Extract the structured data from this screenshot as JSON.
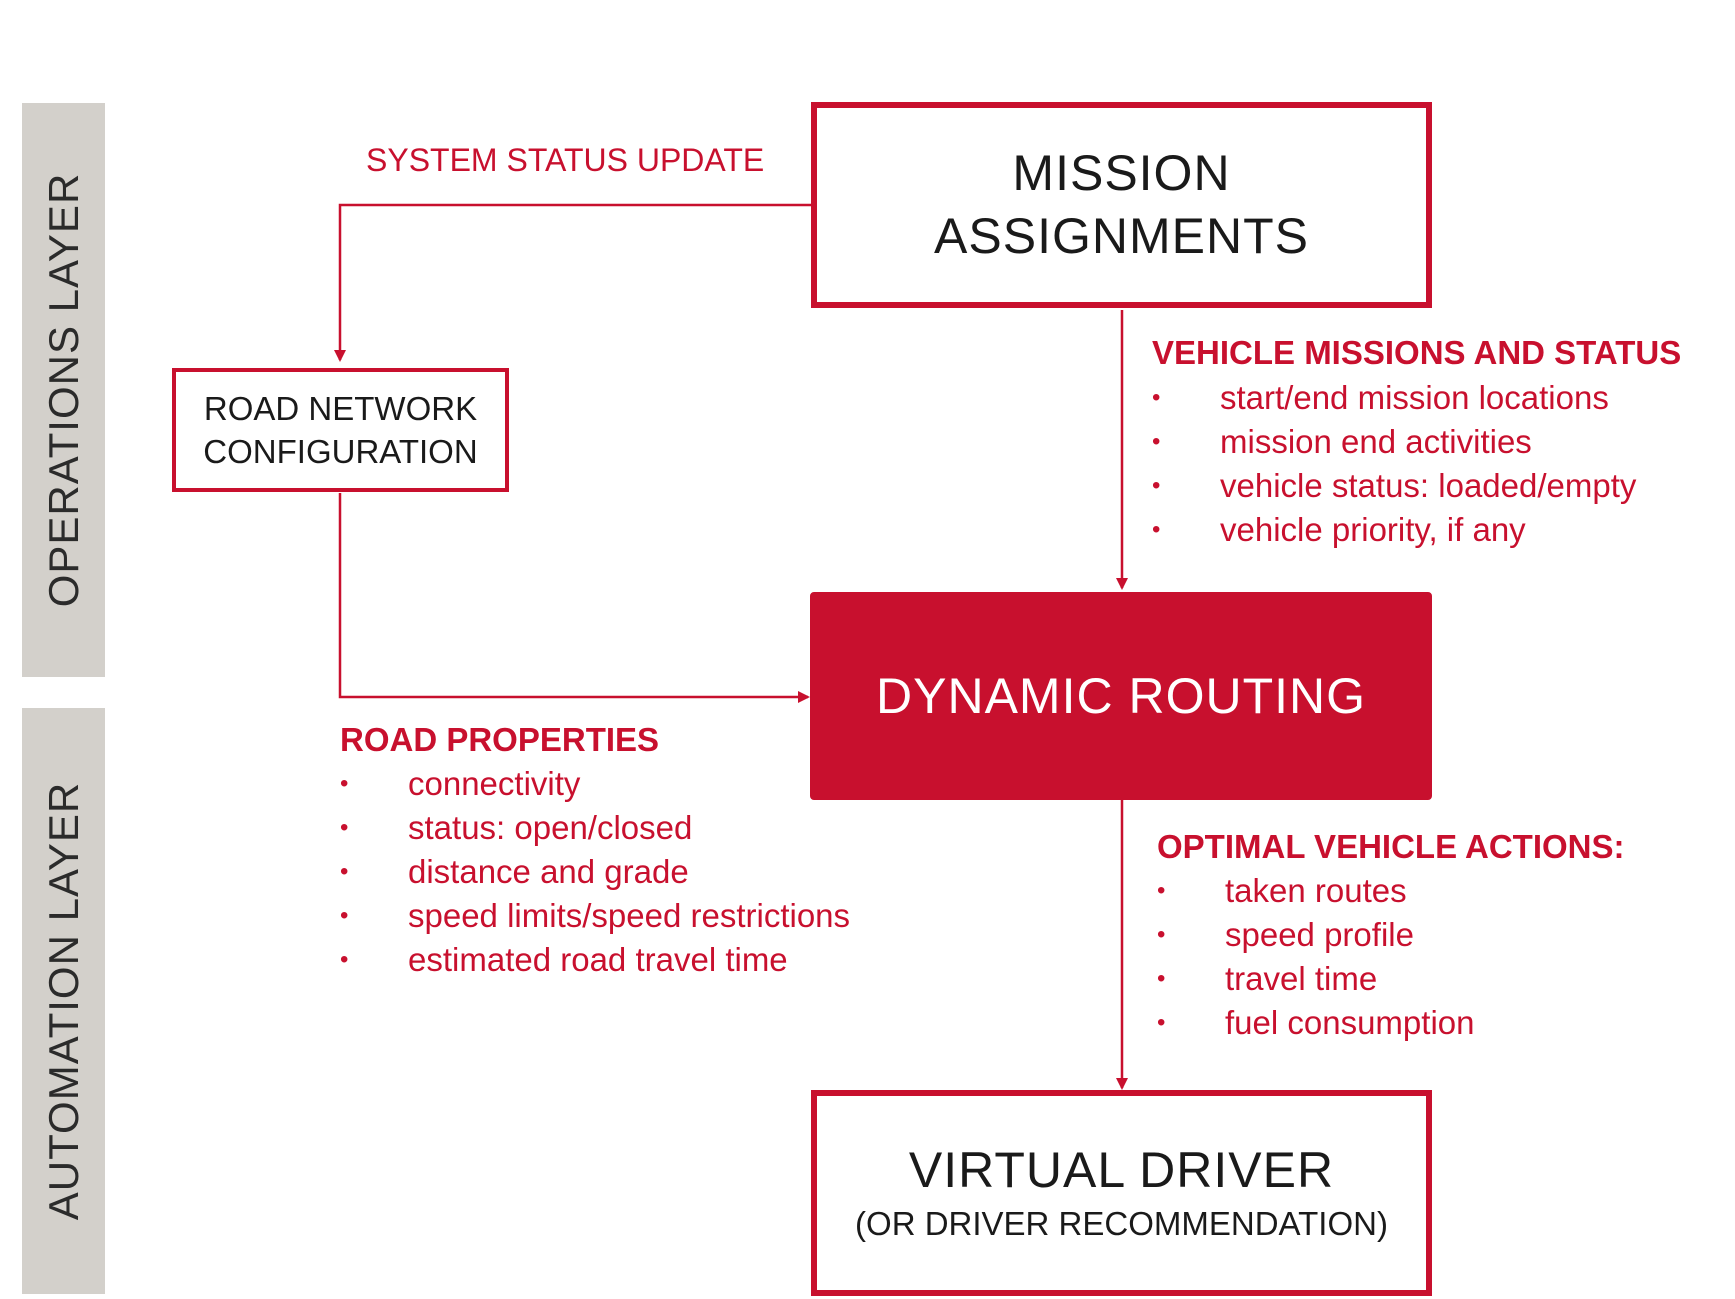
{
  "layers": {
    "operations": "OPERATIONS LAYER",
    "automation": "AUTOMATION LAYER"
  },
  "nodes": {
    "mission": {
      "line1": "MISSION",
      "line2": "ASSIGNMENTS"
    },
    "road_network": {
      "line1": "ROAD NETWORK",
      "line2": "CONFIGURATION"
    },
    "dynamic_routing": {
      "label": "DYNAMIC ROUTING"
    },
    "virtual_driver": {
      "title": "VIRTUAL DRIVER",
      "subtitle": "(OR DRIVER RECOMMENDATION)"
    }
  },
  "edges": {
    "system_status_update": "SYSTEM STATUS UPDATE"
  },
  "vehicle_missions": {
    "title": "VEHICLE MISSIONS AND STATUS",
    "items": [
      "start/end mission locations",
      "mission end activities",
      "vehicle status: loaded/empty",
      "vehicle priority, if any"
    ]
  },
  "road_properties": {
    "title": "ROAD PROPERTIES",
    "items": [
      "connectivity",
      "status: open/closed",
      "distance and grade",
      "speed limits/speed restrictions",
      "estimated road travel time"
    ]
  },
  "optimal_actions": {
    "title": "OPTIMAL VEHICLE ACTIONS:",
    "items": [
      "taken routes",
      "speed profile",
      "travel time",
      "fuel consumption"
    ]
  },
  "bullet_char": "•",
  "colors": {
    "accent": "#c8102e",
    "band": "#d3d0cb",
    "text": "#1a1a1a"
  }
}
